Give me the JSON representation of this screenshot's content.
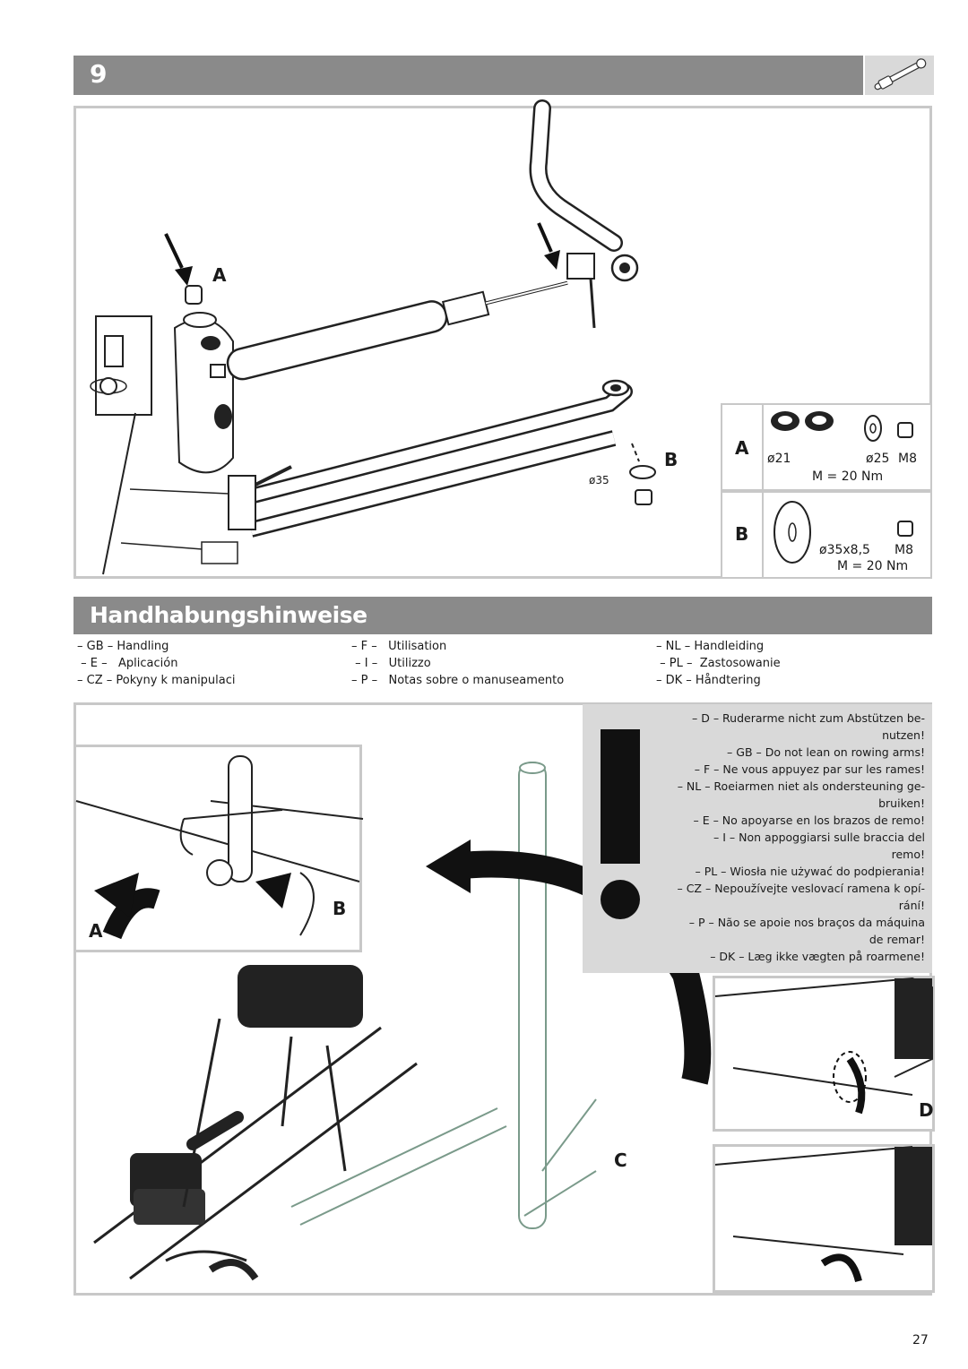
{
  "step": {
    "number": "9"
  },
  "top_panel": {
    "label_a": "A",
    "label_b": "B",
    "dim_35": "ø35"
  },
  "parts_legend": {
    "row_a": {
      "letter": "A",
      "dims": [
        "ø21",
        "ø25",
        "M8"
      ],
      "torque": "M = 20 Nm"
    },
    "row_b": {
      "letter": "B",
      "dims": [
        "ø35x8,5",
        "M8"
      ],
      "torque": "M = 20 Nm"
    }
  },
  "handling": {
    "title": "Handhabungshinweise",
    "languages": [
      [
        "– GB – Handling",
        "– F –   Utilisation",
        "– NL – Handleiding"
      ],
      [
        " – E –   Aplicación",
        " – I –   Utilizzo",
        " – PL –  Zastosowanie"
      ],
      [
        "– CZ – Pokyny k manipulaci",
        "– P –   Notas sobre o manuseamento",
        "– DK – Håndtering"
      ]
    ]
  },
  "warning": {
    "lines": [
      "– D – Ruderarme nicht zum Abstützen be-",
      "nutzen!",
      "– GB – Do not lean on rowing arms!",
      "– F – Ne vous appuyez par sur les rames!",
      "– NL – Roeiarmen niet als ondersteuning ge-",
      "bruiken!",
      "– E – No apoyarse en los brazos de remo!",
      "– I – Non appoggiarsi sulle braccia del",
      "remo!",
      "– PL – Wiosła nie używać do podpierania!",
      "– CZ – Nepoužívejte veslovací ramena k opí-",
      "rání!",
      "– P – Não se apoie nos braços da máquina",
      "de remar!",
      "– DK – Læg ikke vægten på roarmene!"
    ]
  },
  "bottom_labels": {
    "a": "A",
    "b": "B",
    "c": "C",
    "d": "D"
  },
  "page_number": "27"
}
